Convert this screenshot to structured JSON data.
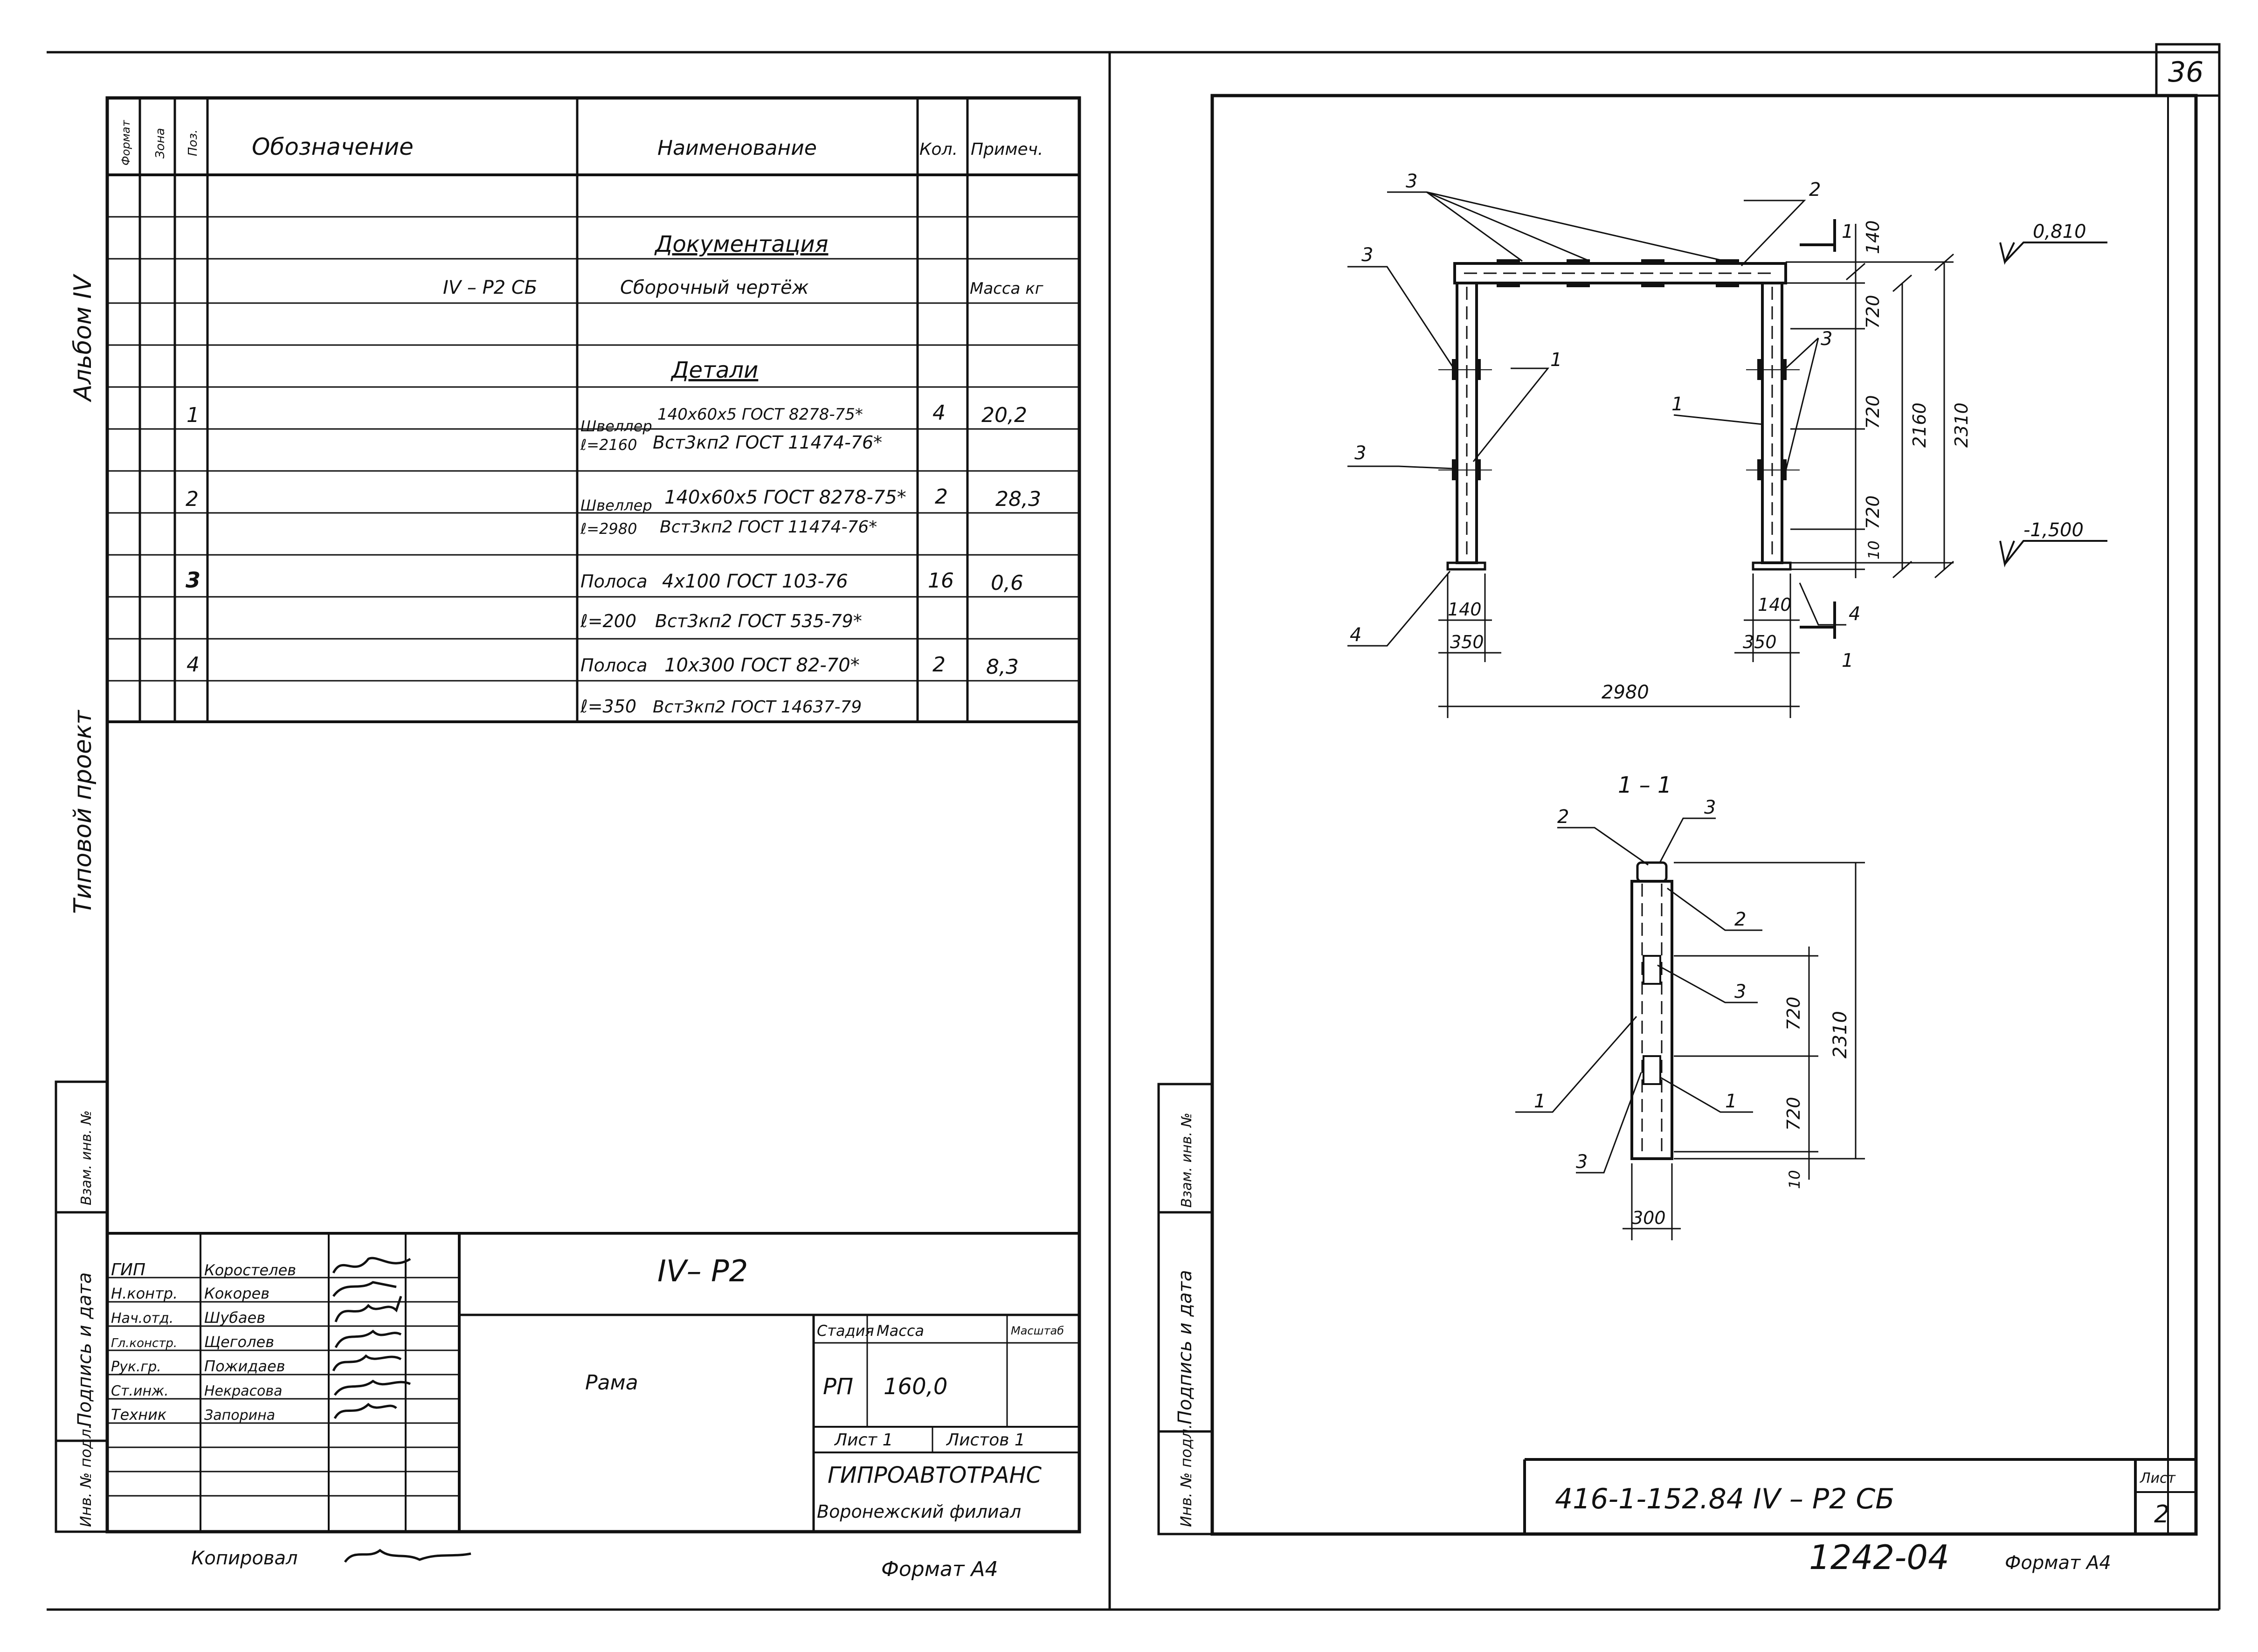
{
  "sheet_number": "36",
  "left_sheet": {
    "side_labels": {
      "album": "Альбом IV",
      "typical_project": "Типовой  проект",
      "sign_date": "Подпись и дата",
      "inv_no_orig": "Инв. № подл.",
      "vzam_inv": "Взам. инв. №"
    },
    "spec": {
      "headers": {
        "format": "Формат",
        "zone": "Зона",
        "pos": "Поз.",
        "designation": "Обозначение",
        "name": "Наименование",
        "qty": "Кол.",
        "note": "Примеч."
      },
      "section_docs": "Документация",
      "doc_designation": "IV – P2  СБ",
      "doc_name": "Сборочный чертёж",
      "doc_note": "Масса кг",
      "section_parts": "Детали",
      "items": [
        {
          "pos": "1",
          "prefix": "Швеллер",
          "len": "ℓ=2160",
          "line1": "140х60х5 ГОСТ 8278-75*",
          "line2": "Вст3кп2 ГОСТ 11474-76*",
          "qty": "4",
          "mass": "20,2"
        },
        {
          "pos": "2",
          "prefix": "Швеллер",
          "len": "ℓ=2980",
          "line1": "140х60х5 ГОСТ 8278-75*",
          "line2": "Вст3кп2 ГОСТ 11474-76*",
          "qty": "2",
          "mass": "28,3"
        },
        {
          "pos": "3",
          "prefix": "Полоса",
          "len": "ℓ=200",
          "line1": "4х100 ГОСТ 103-76",
          "line2": "Вст3кп2 ГОСТ 535-79*",
          "qty": "16",
          "mass": "0,6"
        },
        {
          "pos": "4",
          "prefix": "Полоса",
          "len": "ℓ=350",
          "line1": "10х300 ГОСТ 82-70*",
          "line2": "Вст3кп2 ГОСТ 14637-79",
          "qty": "2",
          "mass": "8,3"
        }
      ]
    },
    "title_block": {
      "signers": [
        {
          "role": "ГИП",
          "name": "Коростелев"
        },
        {
          "role": "Н.контр.",
          "name": "Кокорев"
        },
        {
          "role": "Нач.отд.",
          "name": "Шубаев"
        },
        {
          "role": "Гл.констр.",
          "name": "Щеголев"
        },
        {
          "role": "Рук.гр.",
          "name": "Пожидаев"
        },
        {
          "role": "Ст.инж.",
          "name": "Некрасова"
        },
        {
          "role": "Техник",
          "name": "Запорина"
        }
      ],
      "code": "IV– P2",
      "item_name": "Рама",
      "stage_label": "Стадия",
      "mass_label": "Масса",
      "scale_label": "Масштаб",
      "stage": "РП",
      "mass": "160,0",
      "sheet_label": "Лист 1",
      "sheets_label": "Листов 1",
      "org": "ГИПРОАВТОТРАНС",
      "branch": "Воронежский филиал"
    },
    "copied": "Копировал",
    "format": "Формат А4"
  },
  "right_sheet": {
    "side_labels": {
      "sign_date": "Подпись и дата",
      "inv_no_orig": "Инв. № подл.",
      "vzam_inv": "Взам. инв. №"
    },
    "drawing": {
      "frame_dims": [
        "140",
        "720",
        "720",
        "720",
        "10",
        "2160",
        "2310",
        "2980",
        "350",
        "350",
        "140",
        "140"
      ],
      "levels": [
        "0,810",
        "-1,500"
      ],
      "pos_callouts": [
        "1",
        "1",
        "2",
        "3",
        "3",
        "3",
        "3",
        "4",
        "4"
      ],
      "section_mark": "1",
      "section_title": "1 – 1",
      "section_dims": [
        "720",
        "720",
        "10",
        "2310",
        "300"
      ],
      "section_callouts": [
        "2",
        "3",
        "2",
        "3",
        "1",
        "1",
        "3"
      ]
    },
    "stamp_code": "416-1-152.84   IV – P2   СБ",
    "sheet_label": "Лист",
    "sheet_no": "2",
    "bottom_code": "1242-04",
    "format": "Формат А4"
  }
}
